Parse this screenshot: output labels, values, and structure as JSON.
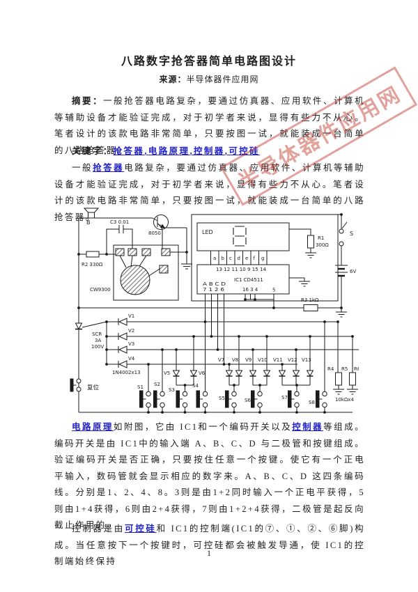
{
  "page": {
    "title": "八路数字抢答器简单电路图设计",
    "source_label": "来源：",
    "source": "半导体器件应用网",
    "page_number": "1"
  },
  "abstract": {
    "label": "摘要：",
    "text": "一般抢答器电路复杂，要通过仿真器、应用软件、计算机等辅助设备才能验证完成，对于初学者来说，显得有些力不从心。笔者设计的该款电路非常简单，只要按图一试，就能装成一台简单的八路抢答器。"
  },
  "keywords": {
    "label": "关键字：",
    "items": [
      "抢答器",
      "电路原理",
      "控制器",
      "可控硅"
    ],
    "separator": ","
  },
  "paragraphs": {
    "p1": {
      "t1": "一般",
      "link": "抢答器",
      "t2": "电路复杂，要通过仿真器、应用软件、计算机等辅助设备才能验证完成，对于初学者来说，显得有些力不从心。笔者设计的该款电路非常简单，只要按图一试，就能装成一台简单的八路抢答器。"
    },
    "p2": {
      "link1": "电路原理",
      "t1": "如附图，它由 IC1和一个编码开关以及",
      "link2": "控制器",
      "t2": "等组成。编码开关是由 IC1中的输入端 A、B、C、D 与二极管和按键组成。验证编码开关是否正确，只要按住任意一个按键。使它有一个正电平输入，数码管就会显示相应的数字来。A、B、C、D 这四条编码线。分别是1、2、4、8。3则是由1+2同时输入一个正电平获得，5则由1+4获得，6则由2+4获得，7则由1+2+4获得，二极管是起反向截止作用的。"
    },
    "p3": {
      "t1": "控制器是由",
      "link": "可控硅",
      "t2": "和 IC1的控制端(IC1的⑦、①、②、⑥脚)构成。当任意按下一个按键时，可控硅都会被触发导通，使 IC1的控制端始终保持"
    }
  },
  "watermark": {
    "text": "半导体器件应用网",
    "color": "#c03226"
  },
  "circuit": {
    "labels": {
      "speaker": "B",
      "c3": "C3 0.01",
      "q1": "8050",
      "r2": "R2 330Ω",
      "ic2": "CW9300",
      "led": "LED",
      "seg_pins": [
        "a",
        "b",
        "c",
        "d",
        "e",
        "f",
        "g"
      ],
      "ic_top_pins": "13 12 11 10 9 15 14",
      "ic_name": "IC1  CD4511",
      "ic_inputs": "A B C D",
      "ic_input_pins": "7 1 2 6",
      "ic_pins_164": "16 3 4",
      "ic_pin5": "5",
      "r1": "R1",
      "r1_val": "300Ω",
      "switch": "S",
      "battery": "6V",
      "r3": "R3 1kΩ",
      "scr": "SCR",
      "scr_a": "3A",
      "scr_v": "100V",
      "diodes": [
        "V1",
        "V2",
        "V3",
        "V4",
        "V5",
        "V6",
        "V7",
        "V8",
        "V9",
        "V10",
        "V11",
        "V12",
        "V13"
      ],
      "diode_type": "1N4002x13",
      "reset": "复位",
      "buttons": [
        "S1",
        "S2",
        "S3",
        "S4",
        "S5",
        "S6",
        "S7",
        "S8"
      ],
      "resistors": [
        "R4",
        "R5",
        "R6"
      ],
      "r_val": "10kΩx4"
    }
  }
}
